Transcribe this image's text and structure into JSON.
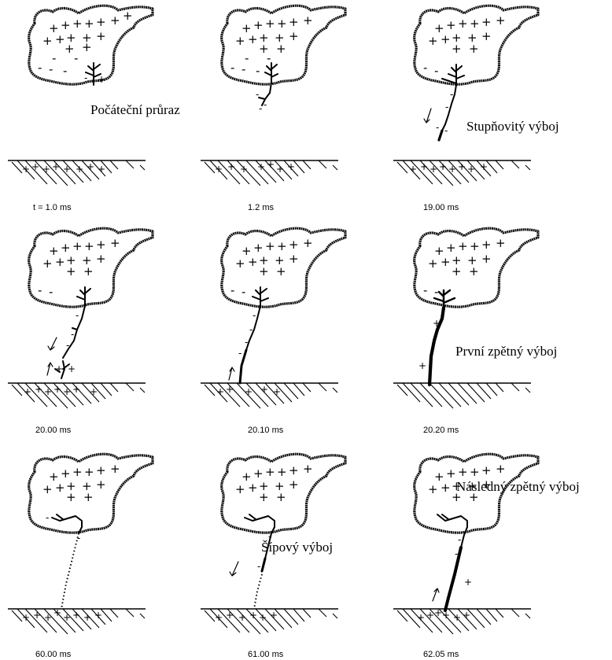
{
  "panels": [
    {
      "time": "t = 1.0 ms",
      "label": "Počáteční průraz"
    },
    {
      "time": "1.2 ms",
      "label": ""
    },
    {
      "time": "19.00 ms",
      "label": "Stupňovitý výboj"
    },
    {
      "time": "20.00 ms",
      "label": ""
    },
    {
      "time": "20.10 ms",
      "label": ""
    },
    {
      "time": "20.20 ms",
      "label": "První zpětný výboj"
    },
    {
      "time": "60.00 ms",
      "label": ""
    },
    {
      "time": "61.00 ms",
      "label": "Šípový výboj"
    },
    {
      "time": "62.05 ms",
      "label": "Následný zpětný výboj"
    }
  ],
  "symbols": {
    "positive": "+",
    "negative": "-"
  },
  "colors": {
    "ink": "#000000",
    "background": "#ffffff"
  }
}
